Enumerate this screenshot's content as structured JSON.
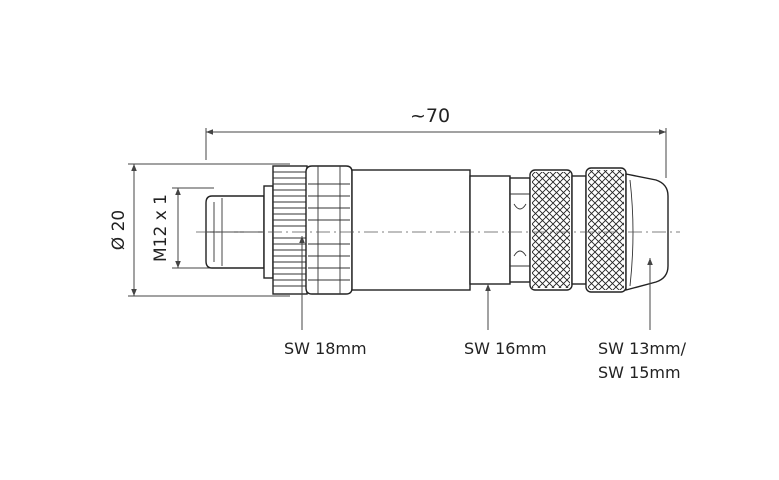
{
  "dimensions": {
    "overall_length": "~70",
    "outer_diameter": "Ø 20",
    "thread": "M12 x 1"
  },
  "wrench_sizes": {
    "coupling_nut": "SW 18mm",
    "body": "SW 16mm",
    "cable_nut_line1": "SW 13mm/",
    "cable_nut_line2": "SW 15mm"
  }
}
